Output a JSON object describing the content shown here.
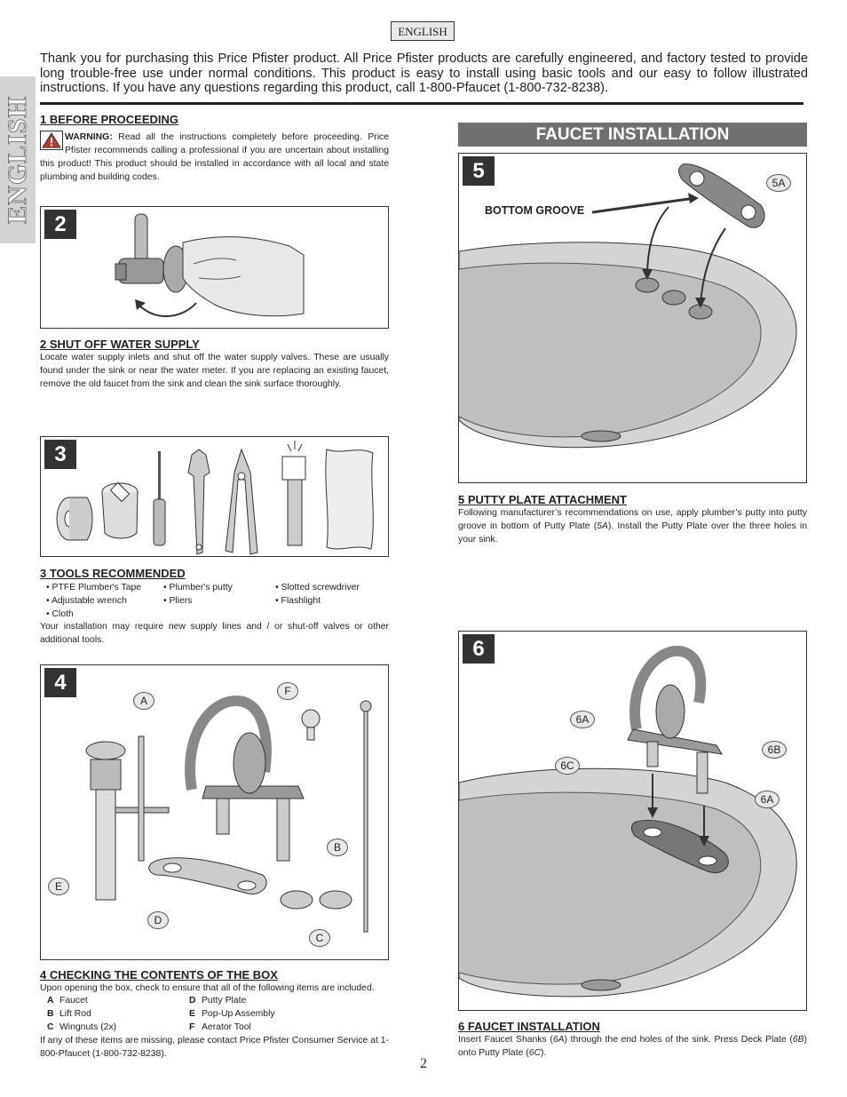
{
  "header": {
    "language_tag": "ENGLISH",
    "side_tab": "ENGLISH"
  },
  "intro": "Thank you for purchasing this Price Pfister product.  All Price Pfister products are carefully engineered, and factory tested to provide long trouble-free use under normal conditions.  This product is easy to install using basic tools and our easy to follow illustrated instructions.  If you have any questions regarding this product, call 1-800-Pfaucet (1-800-732-8238).",
  "step1": {
    "heading": "1  BEFORE PROCEEDING",
    "warning_label": "WARNING:",
    "warning_text": " Read all the instructions completely before proceeding. Price Pfister recommends calling a professional if you are uncertain about installing this product! This product should be installed in accordance with all local and state plumbing and building codes."
  },
  "step2": {
    "number": "2",
    "heading": "2  SHUT OFF WATER SUPPLY",
    "text": "Locate water supply inlets and shut off the water supply valves.  These are usually found under the sink or near the water meter.  If you are replacing an existing faucet, remove the old faucet from the sink and clean the sink surface thoroughly."
  },
  "step3": {
    "number": "3",
    "heading": "3  TOOLS RECOMMENDED",
    "tools": [
      "• PTFE Plumber's Tape",
      "• Plumber's putty",
      "• Slotted screwdriver",
      "• Adjustable wrench",
      "• Pliers",
      "• Flashlight",
      "• Cloth"
    ],
    "note": "Your installation may require new supply lines and / or shut-off valves or other additional tools."
  },
  "step4": {
    "number": "4",
    "heading": "4  CHECKING THE CONTENTS OF THE BOX",
    "intro": "Upon opening the box, check to ensure that all of the following items are included.",
    "items": [
      {
        "letter": "A",
        "name": "Faucet"
      },
      {
        "letter": "D",
        "name": "Putty Plate"
      },
      {
        "letter": "B",
        "name": "Lift Rod"
      },
      {
        "letter": "E",
        "name": "Pop-Up Assembly"
      },
      {
        "letter": "C",
        "name": "Wingnuts (2x)"
      },
      {
        "letter": "F",
        "name": "Aerator Tool"
      }
    ],
    "note": "If any of these items are missing, please contact Price Pfister Consumer Service at 1-800-Pfaucet (1-800-732-8238).",
    "callouts": {
      "A": "A",
      "B": "B",
      "C": "C",
      "D": "D",
      "E": "E",
      "F": "F"
    }
  },
  "faucet_installation": {
    "title": "FAUCET INSTALLATION"
  },
  "step5": {
    "number": "5",
    "heading": "5  PUTTY PLATE ATTACHMENT",
    "groove_label": "BOTTOM GROOVE",
    "callout": "5A",
    "text_parts": [
      "Following manufacturer’s recommendations on use, apply plumber’s putty into putty groove in bottom of Putty Plate (",
      "5A",
      ").  Install the Putty Plate over the three holes in your sink."
    ]
  },
  "step6": {
    "number": "6",
    "heading": "6  FAUCET INSTALLATION",
    "callouts": {
      "a1": "6A",
      "b": "6B",
      "c": "6C",
      "a2": "6A"
    },
    "text_parts": [
      "Insert Faucet Shanks (",
      "6A",
      ") through the end holes of the sink.  Press Deck Plate (",
      "6B",
      ") onto Putty Plate (",
      "6C",
      ")."
    ]
  },
  "page_number": "2"
}
